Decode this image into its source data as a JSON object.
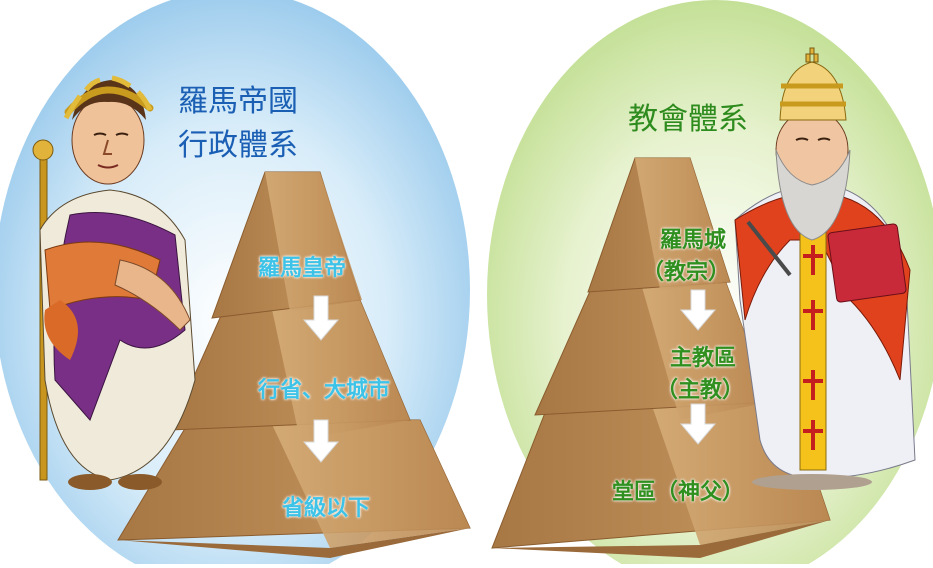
{
  "left_panel": {
    "title_line1": "羅馬帝國",
    "title_line2": "行政體系",
    "tier_top": "羅馬皇帝",
    "tier_middle": "行省、大城市",
    "tier_bottom": "省級以下",
    "title_color": "#1a5fb4",
    "label_color": "#3ec3e8",
    "figure": "roman-emperor-with-laurel-and-scepter"
  },
  "right_panel": {
    "title": "教會體系",
    "tier_top_line1": "羅馬城",
    "tier_top_line2": "（教宗）",
    "tier_middle_line1": "主教區",
    "tier_middle_line2": "（主教）",
    "tier_bottom": "堂區（神父）",
    "title_color": "#2e8b1e",
    "label_color": "#2f8f1f",
    "figure": "pope-with-tiara-and-book"
  },
  "colors": {
    "left_backdrop": "#a9d2ef",
    "right_backdrop": "#cfe6a8",
    "pyramid_stone": "#c99a62",
    "arrow": "#ffffff"
  }
}
